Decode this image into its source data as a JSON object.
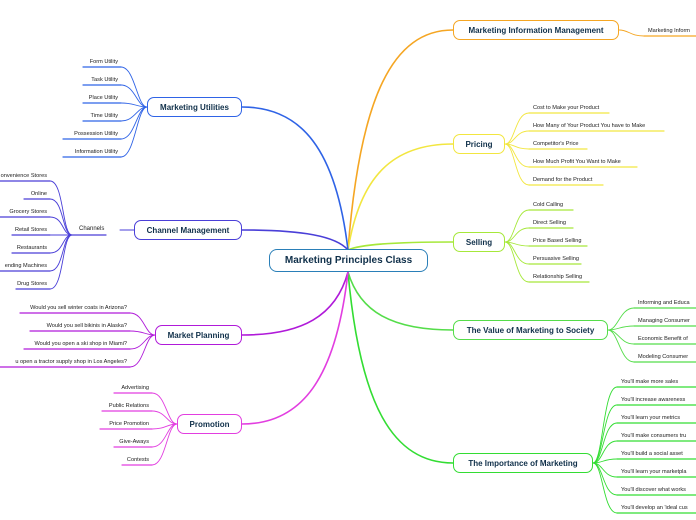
{
  "root": {
    "label": "Marketing Principles Class"
  },
  "colors": {
    "info": "#f5a623",
    "pricing": "#f2e640",
    "selling": "#a6e83a",
    "society": "#55dd4a",
    "importance": "#33dd33",
    "utilities": "#2f63e6",
    "channel": "#4a3fd8",
    "planning": "#b01ad9",
    "promotion": "#e23ee0"
  },
  "branches": {
    "info": {
      "label": "Marketing Information Management",
      "items": [
        "Marketing Inform"
      ]
    },
    "pricing": {
      "label": "Pricing",
      "items": [
        "Cost to Make your Product",
        "How Many of Your Product You have to Make",
        "Competitor's Price",
        "How Much Profit You Want to Make",
        "Demand for the Product"
      ]
    },
    "selling": {
      "label": "Selling",
      "items": [
        "Cold Calling",
        "Direct Selling",
        "Price Based Selling",
        "Persuasive Selling",
        "Relationship Selling"
      ]
    },
    "society": {
      "label": "The Value of Marketing to Society",
      "items": [
        "Informing and Educa",
        "Managing Consumer",
        "Economic Benefit of",
        "Modeling Consumer"
      ]
    },
    "importance": {
      "label": "The Importance of Marketing",
      "items": [
        "You'll make more sales",
        "You'll increase awareness",
        "You'll learn your metrics",
        "You'll make consumers tru",
        "You'll build a social asset",
        "You'll learn your marketpla",
        "You'll discover what works",
        "You'll develop an 'ideal cus"
      ]
    },
    "utilities": {
      "label": "Marketing Utilities",
      "items": [
        "Form Utility",
        "Task Utility",
        "Place Utility",
        "Time Utility",
        "Possession Utility",
        "Information Utility"
      ]
    },
    "channel": {
      "label": "Channel Management",
      "sub": "Channels",
      "items": [
        "onvenience Stores",
        "Online",
        "Grocery Stores",
        "Retail Stores",
        "Restaurants",
        "ending Machines",
        "Drug Stores"
      ]
    },
    "planning": {
      "label": "Market Planning",
      "items": [
        "Would you sell winter coats in Arizona?",
        "Would you sell bikinis in Alaska?",
        "Would you open a ski shop in Miami?",
        "u open a tractor supply shop in Los Angeles?"
      ]
    },
    "promotion": {
      "label": "Promotion",
      "items": [
        "Advertising",
        "Public Relations",
        "Price Promotion",
        "Give-Aways",
        "Contests"
      ]
    }
  }
}
